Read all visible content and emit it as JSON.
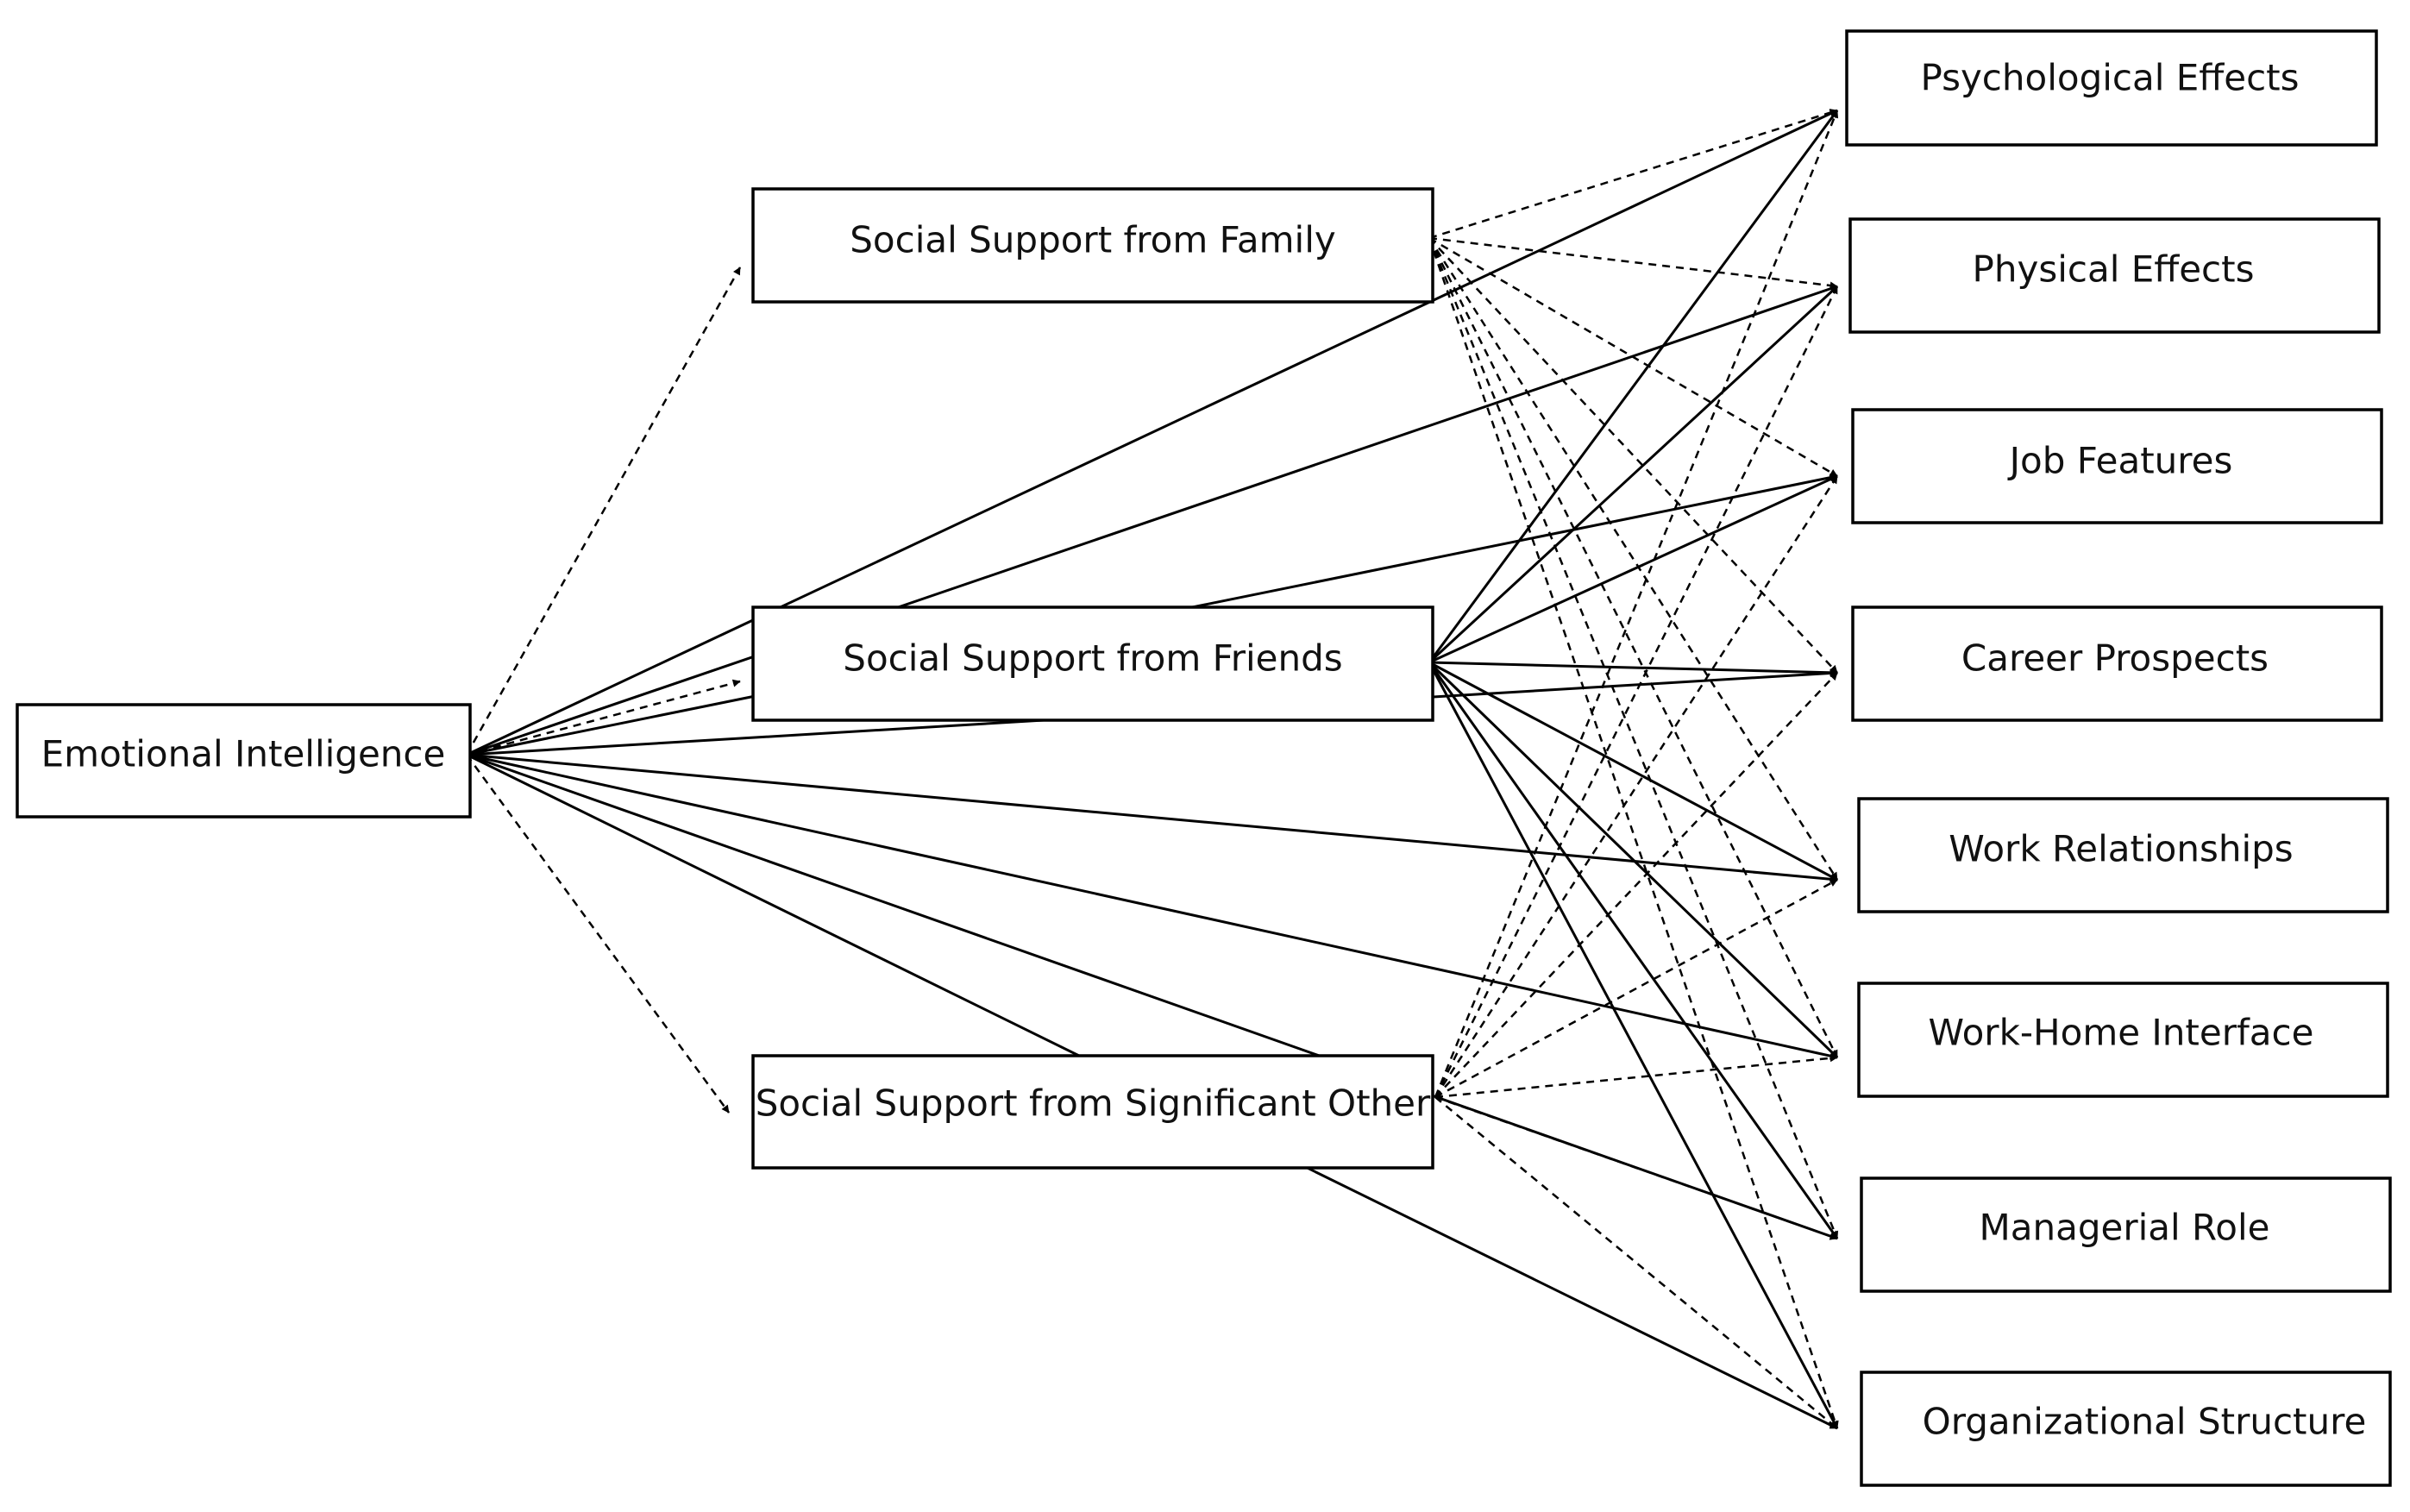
{
  "diagram": {
    "nodes": {
      "emotional_intelligence": "Emotional Intelligence",
      "family": "Social Support from Family",
      "friends": "Social Support from Friends",
      "significant_other": "Social Support from Significant Other",
      "psychological_effects": "Psychological Effects",
      "physical_effects": "Physical Effects",
      "job_features": "Job Features",
      "career_prospects": "Career Prospects",
      "work_relationships": "Work Relationships",
      "work_home_interface": "Work-Home Interface",
      "managerial_role": "Managerial Role",
      "organizational_structure": "Organizational Structure"
    },
    "colors": {
      "line": "#000000",
      "box_border": "#000000",
      "text": "#111111",
      "background": "#ffffff"
    }
  }
}
